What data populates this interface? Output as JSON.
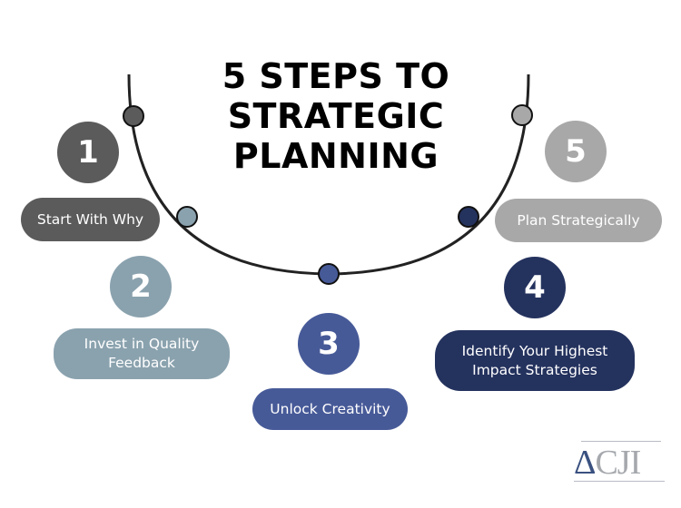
{
  "title": {
    "lines": [
      "5 STEPS TO",
      "STRATEGIC",
      "PLANNING"
    ]
  },
  "steps": [
    {
      "number": "1",
      "label": "Start With Why",
      "color": "#5b5b5b"
    },
    {
      "number": "2",
      "label_lines": [
        "Invest in Quality",
        "Feedback"
      ],
      "color": "#8aa2ae"
    },
    {
      "number": "3",
      "label": "Unlock Creativity",
      "color": "#475a98"
    },
    {
      "number": "4",
      "label_lines": [
        "Identify Your Highest",
        "Impact Strategies"
      ],
      "color": "#24325e"
    },
    {
      "number": "5",
      "label": "Plan Strategically",
      "color": "#a8a8a8"
    }
  ],
  "arc": {
    "stroke": "#222222",
    "node_colors": [
      "#5b5b5b",
      "#8aa2ae",
      "#475a98",
      "#24325e",
      "#a8a8a8"
    ]
  },
  "logo": {
    "delta": "Δ",
    "rest": "CJI",
    "delta_color": "#3a5180",
    "rest_color": "#a5a8ad"
  }
}
